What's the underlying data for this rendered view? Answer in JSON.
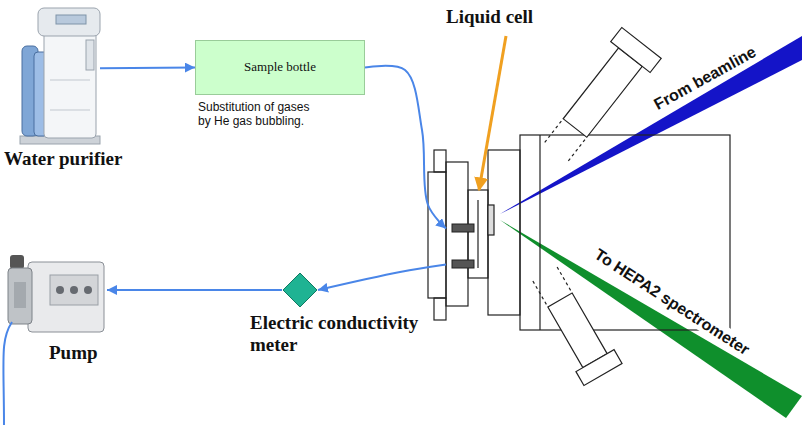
{
  "diagram": {
    "nodes": [
      {
        "text": [
          "Water purifier"
        ]
      },
      {
        "text": [
          "Sample bottle"
        ]
      },
      {
        "text": [
          "Liquid cell"
        ]
      },
      {
        "text": [
          "Electric conductivity meter"
        ]
      },
      {
        "text": [
          "Pump"
        ]
      }
    ],
    "edges": [
      {
        "from": 0,
        "to": 1,
        "arrow": "to"
      },
      {
        "from": 1,
        "to": 2,
        "arrow": "to"
      },
      {
        "from": 2,
        "to": 3,
        "arrow": "to"
      },
      {
        "from": 3,
        "to": 4,
        "arrow": "to"
      }
    ],
    "labels": [
      "Substitution of gases by He gas bubbling.",
      "From beamline",
      "To HEPA2 spectrometer"
    ]
  }
}
